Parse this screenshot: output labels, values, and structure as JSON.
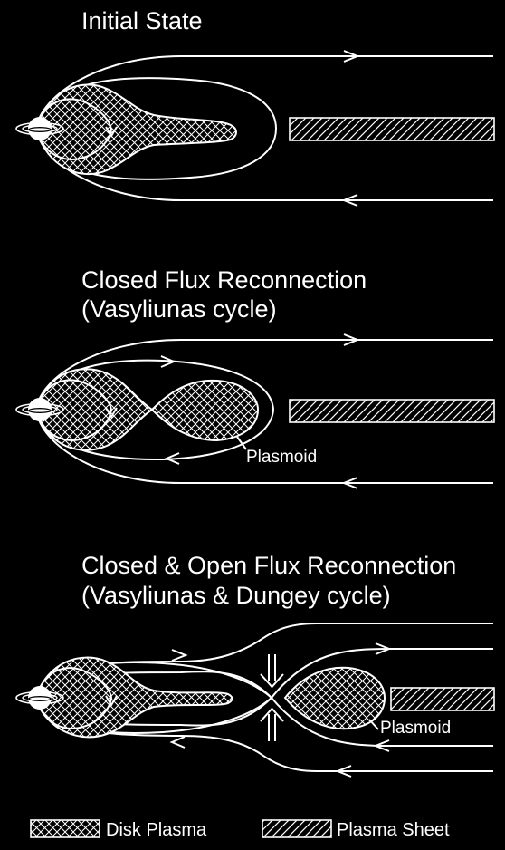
{
  "panels": [
    {
      "title": "Initial State"
    },
    {
      "title_line1": "Closed Flux Reconnection",
      "title_line2": "(Vasyliunas cycle)",
      "plasmoid_label": "Plasmoid"
    },
    {
      "title_line1": "Closed & Open Flux Reconnection",
      "title_line2": "(Vasyliunas & Dungey cycle)",
      "plasmoid_label": "Plasmoid"
    }
  ],
  "legend": {
    "disk": "Disk Plasma",
    "sheet": "Plasma Sheet"
  },
  "colors": {
    "background": "#000000",
    "lines": "#ffffff"
  }
}
